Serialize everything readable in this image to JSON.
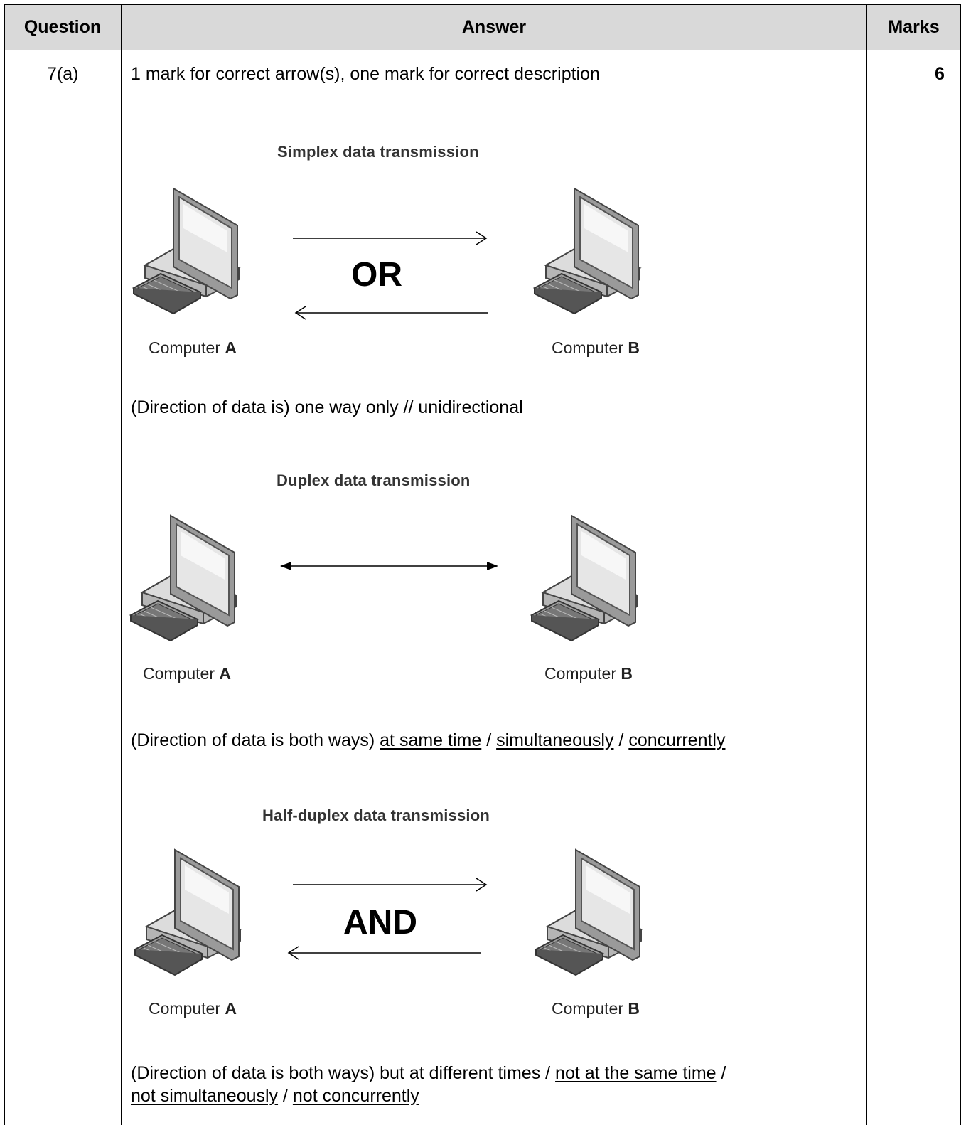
{
  "table": {
    "headers": {
      "question": "Question",
      "answer": "Answer",
      "marks": "Marks"
    },
    "question_number": "7(a)",
    "marks_value": "6",
    "instruction": "1 mark for correct arrow(s), one mark for correct description"
  },
  "simplex": {
    "title": "Simplex data transmission",
    "computer_a": "Computer",
    "computer_a_letter": "A",
    "computer_b": "Computer",
    "computer_b_letter": "B",
    "connector": "OR",
    "description": "(Direction of data is) one way only // unidirectional"
  },
  "duplex": {
    "title": "Duplex data transmission",
    "computer_a": "Computer",
    "computer_a_letter": "A",
    "computer_b": "Computer",
    "computer_b_letter": "B",
    "description_prefix": "(Direction of data is both ways) ",
    "description_u1": "at same time",
    "sep1": " / ",
    "description_u2": "simultaneously",
    "sep2": " / ",
    "description_u3": "concurrently"
  },
  "half_duplex": {
    "title": "Half-duplex data transmission",
    "computer_a": "Computer",
    "computer_a_letter": "A",
    "computer_b": "Computer",
    "computer_b_letter": "B",
    "connector": "AND",
    "description_line1_prefix": "(Direction of data is both ways) but at different times / ",
    "description_line1_u": "not at the same time",
    "description_line1_suffix": " /",
    "description_line2_u1": "not simultaneously",
    "description_line2_sep": " / ",
    "description_line2_u2": "not concurrently"
  },
  "icons": {
    "computer": "desktop-computer-icon"
  }
}
